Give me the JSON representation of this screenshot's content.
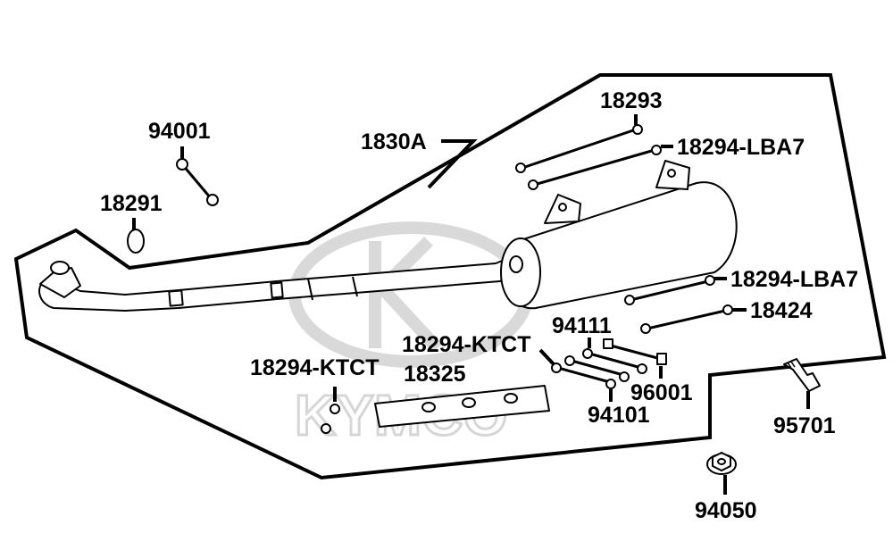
{
  "watermark": {
    "brand": "KYMCO"
  },
  "parts": {
    "p94001": "94001",
    "p18291": "18291",
    "p1830A": "1830A",
    "p18293": "18293",
    "p18294_LBA7_top": "18294-LBA7",
    "p18294_LBA7_mid": "18294-LBA7",
    "p18424": "18424",
    "p94111": "94111",
    "p18294_KTCT_right": "18294-KTCT",
    "p18294_KTCT_left": "18294-KTCT",
    "p18325": "18325",
    "p96001": "96001",
    "p94101": "94101",
    "p95701": "95701",
    "p94050": "94050"
  }
}
